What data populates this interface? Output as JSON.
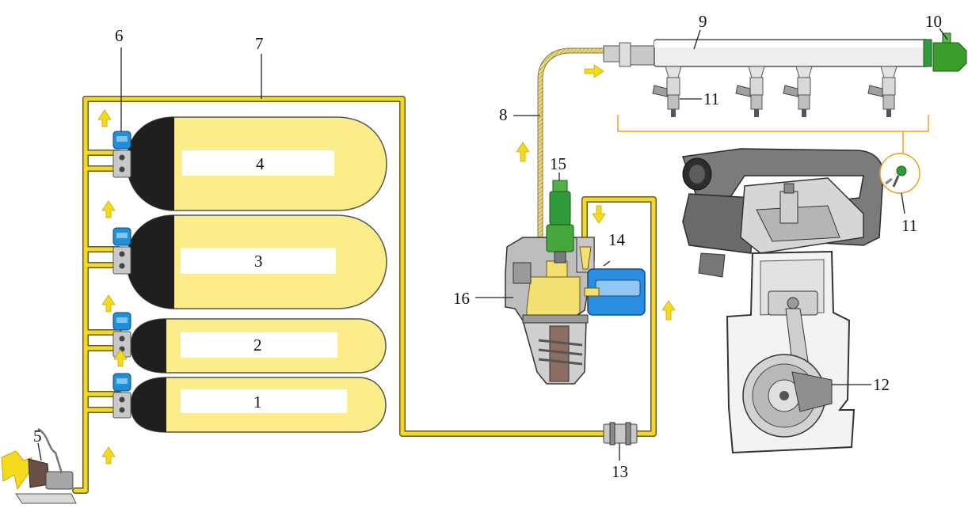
{
  "labels": {
    "l1": "1",
    "l2": "2",
    "l3": "3",
    "l4": "4",
    "l5": "5",
    "l6": "6",
    "l7": "7",
    "l8": "8",
    "l9": "9",
    "l10": "10",
    "l11a": "11",
    "l11b": "11",
    "l12": "12",
    "l13": "13",
    "l14": "14",
    "l15": "15",
    "l16": "16"
  },
  "colors": {
    "fuel_line": "#f0d830",
    "tank": "#fbee8a",
    "valve": "#1e8fd8",
    "regulator_head": "#2e9a3a",
    "solenoid": "#2a8ee0",
    "arrow": "#f3da1e",
    "bracket": "#f0a020"
  },
  "icons": {
    "flow_arrow": "arrow-icon",
    "filler_inlet": "lightning-arrow-icon"
  }
}
